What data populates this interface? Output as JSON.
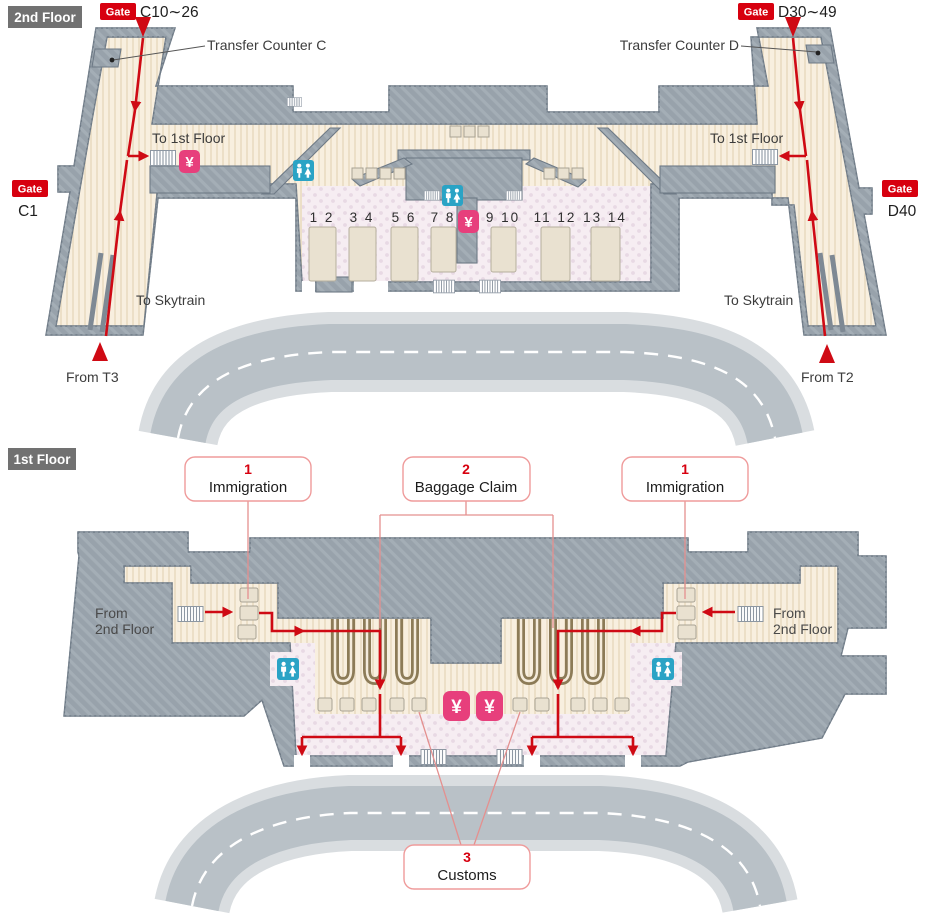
{
  "floor2": {
    "badge": "2nd Floor",
    "gate_label": "Gate",
    "gates": {
      "top_left": "C10∼26",
      "top_right": "D30∼49",
      "left": "C1",
      "right": "D40"
    },
    "transfer_counter_c": "Transfer Counter C",
    "transfer_counter_d": "Transfer Counter D",
    "to_1st_floor": "To 1st Floor",
    "to_skytrain": "To Skytrain",
    "from_t3": "From T3",
    "from_t2": "From T2",
    "counters": [
      "1 2",
      "3 4",
      "5 6",
      "7 8",
      "9 10",
      "11 12",
      "13 14"
    ]
  },
  "floor1": {
    "badge": "1st Floor",
    "from_2nd_floor": [
      "From",
      "2nd Floor"
    ],
    "callouts": {
      "immigration": {
        "num": "1",
        "label": "Immigration"
      },
      "baggage": {
        "num": "2",
        "label": "Baggage Claim"
      },
      "customs": {
        "num": "3",
        "label": "Customs"
      }
    }
  },
  "icons": {
    "yen": "¥",
    "restroom": "restroom-icon"
  },
  "colors": {
    "flow_red": "#cf0a14",
    "gate_red": "#d7000f",
    "currency_pink": "#e73f7c",
    "restroom_teal": "#2aa3c5",
    "wall_gray": "#98a2ab",
    "floor_cream": "#f8efdf",
    "hall_pink": "#f6edf2",
    "carousel_brown": "#8c7b57"
  }
}
